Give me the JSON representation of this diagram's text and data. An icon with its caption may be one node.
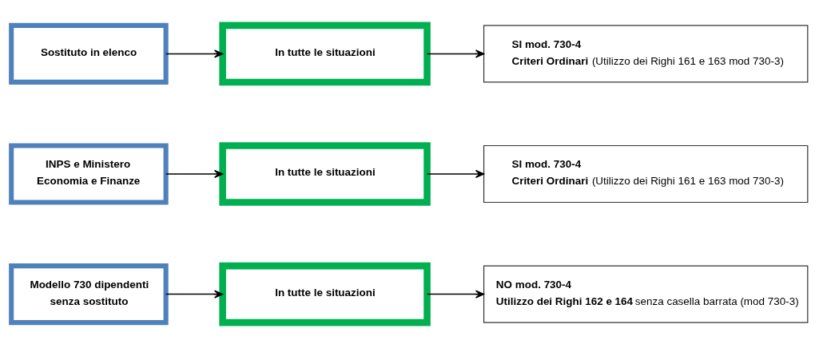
{
  "diagram": {
    "nodes": [
      {
        "text": [
          "Sostituto in elenco"
        ]
      },
      {
        "text": [
          "In tutte le situazioni"
        ]
      },
      {
        "text": [
          "SI mod. 730-4",
          "**Criteri Ordinari** (Utilizzo dei Righi 161 e 163 mod 730-3)"
        ]
      },
      {
        "text": [
          "INPS e Ministero Economia e Finanze"
        ]
      },
      {
        "text": [
          "In tutte le situazioni"
        ]
      },
      {
        "text": [
          "SI mod. 730-4",
          "**Criteri Ordinari** (Utilizzo dei Righi 161 e 163 mod 730-3)"
        ]
      },
      {
        "text": [
          "Modello 730 dipendenti senza sostituto"
        ]
      },
      {
        "text": [
          "In tutte le situazioni"
        ]
      },
      {
        "text": [
          "NO mod. 730-4",
          "**Utilizzo dei Righi 162 e 164** senza casella barrata (mod 730-3)"
        ]
      }
    ],
    "edges": [
      {
        "from": 0,
        "to": 1,
        "arrow": "to"
      },
      {
        "from": 1,
        "to": 2,
        "arrow": "to"
      },
      {
        "from": 3,
        "to": 4,
        "arrow": "to"
      },
      {
        "from": 4,
        "to": 5,
        "arrow": "to"
      },
      {
        "from": 6,
        "to": 7,
        "arrow": "to"
      },
      {
        "from": 7,
        "to": 8,
        "arrow": "to"
      }
    ]
  }
}
